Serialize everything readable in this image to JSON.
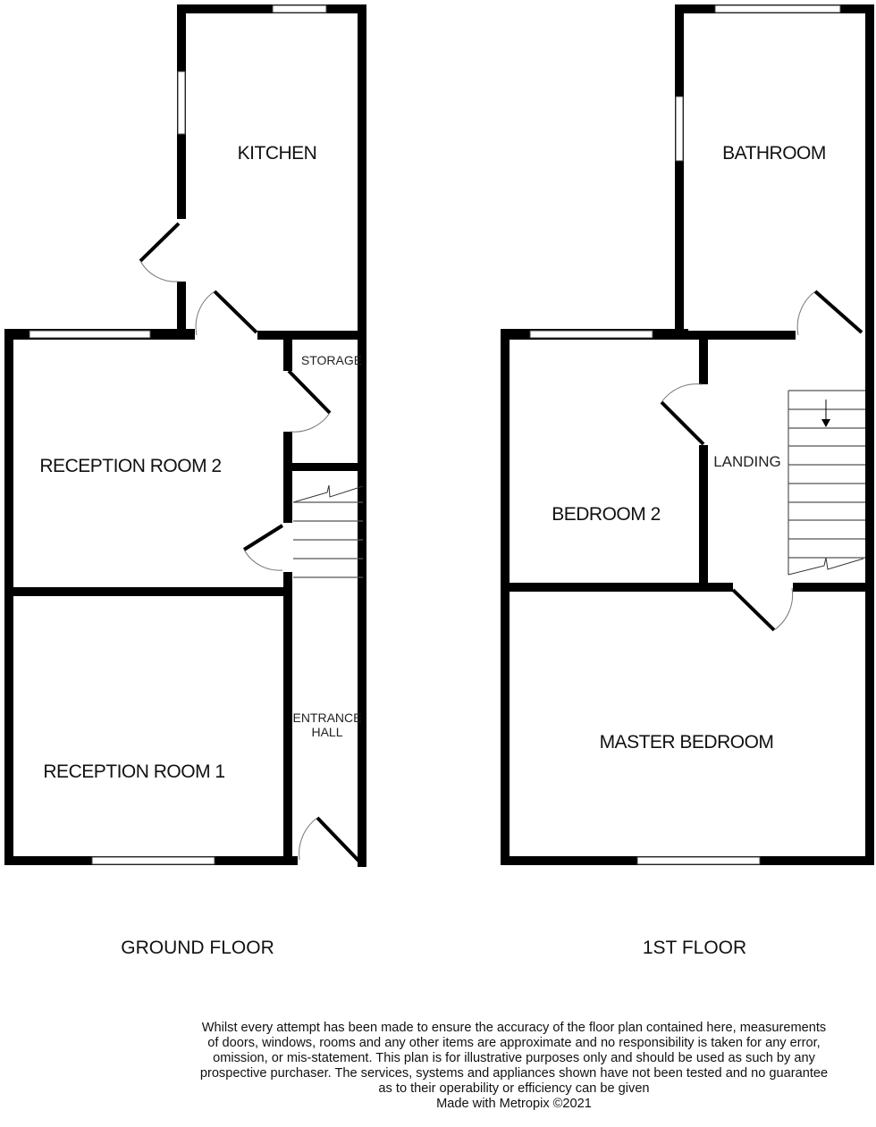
{
  "ground_floor": {
    "label": "GROUND FLOOR",
    "rooms": {
      "kitchen": "KITCHEN",
      "storage": "STORAGE",
      "reception_2": "RECEPTION ROOM 2",
      "reception_1": "RECEPTION ROOM 1",
      "entrance_hall_line1": "ENTRANCE",
      "entrance_hall_line2": "HALL"
    }
  },
  "first_floor": {
    "label": "1ST FLOOR",
    "rooms": {
      "bathroom": "BATHROOM",
      "landing": "LANDING",
      "bedroom_2": "BEDROOM 2",
      "master_bedroom": "MASTER BEDROOM"
    }
  },
  "disclaimer": [
    "Whilst every attempt has been made to ensure the accuracy of the floor plan contained here, measurements",
    "of doors, windows, rooms and any other items are approximate and no responsibility is taken for any error,",
    "omission, or mis-statement. This plan is for illustrative purposes only and should be used as such by any",
    "prospective purchaser. The services, systems and appliances shown have not been tested and no guarantee",
    "as to their operability or efficiency can be given",
    "Made with Metropix ©2021"
  ]
}
